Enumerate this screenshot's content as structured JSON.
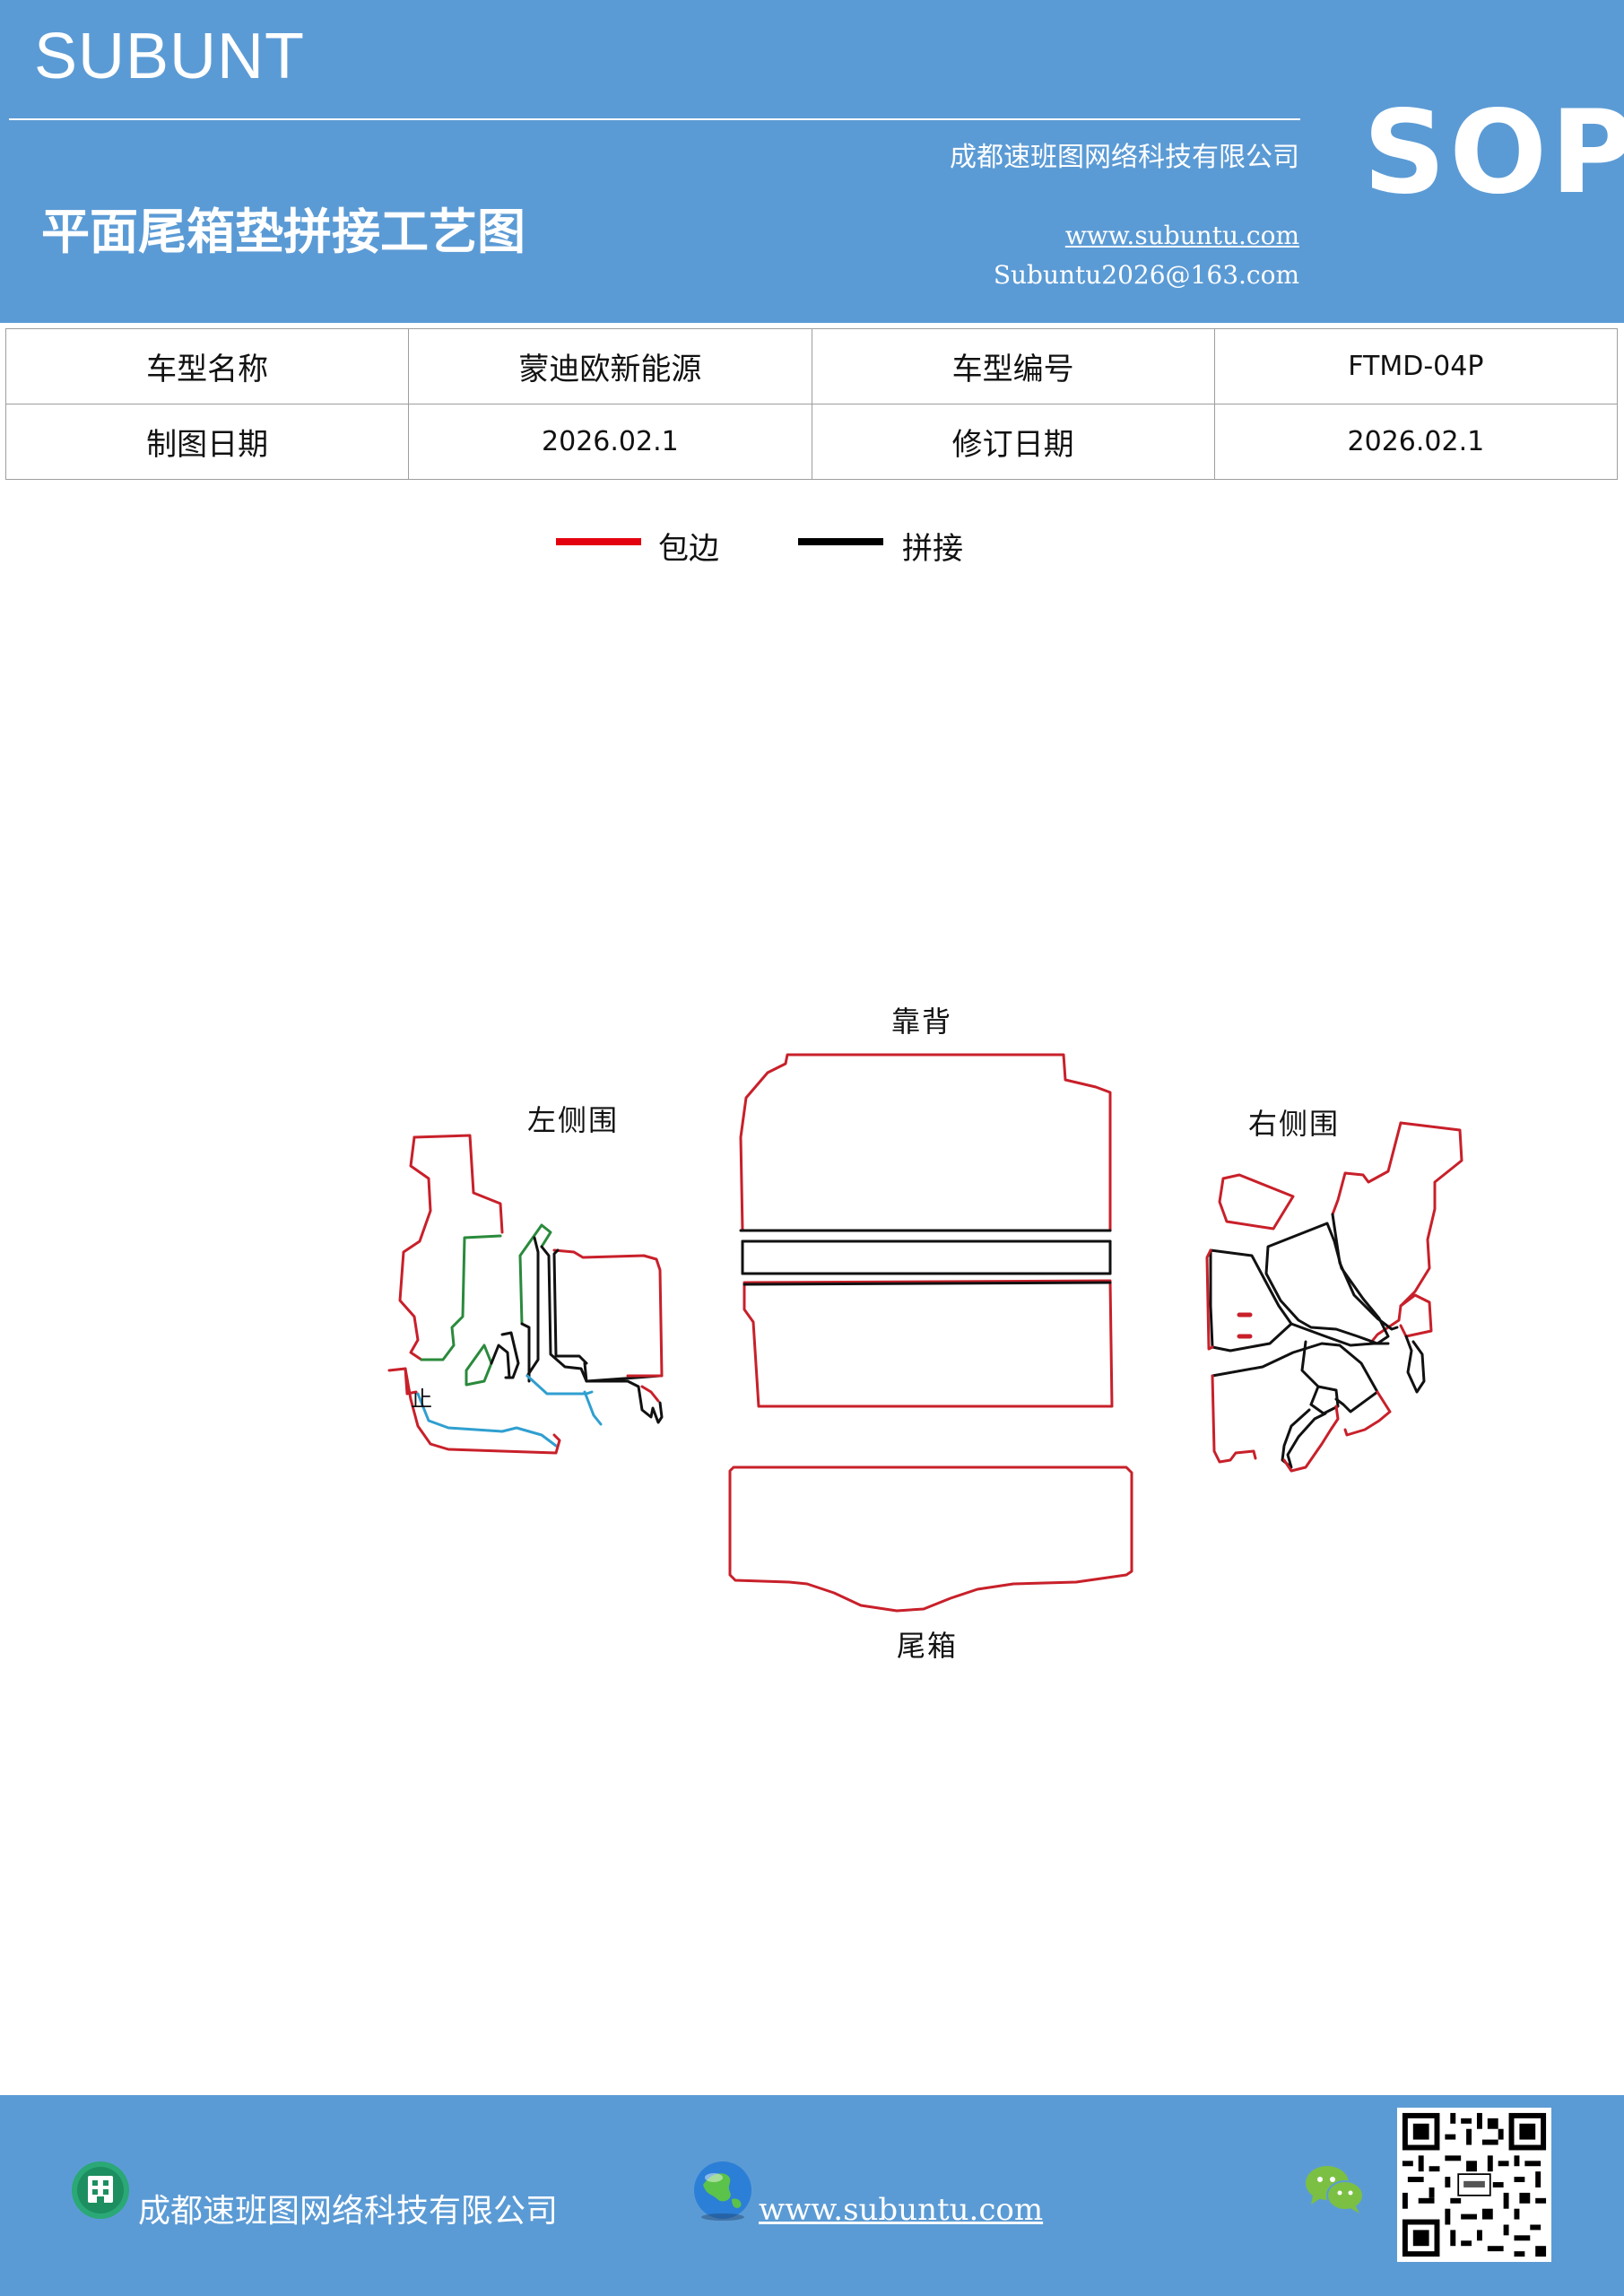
{
  "header": {
    "brand": "SUBUNT",
    "company": "成都速班图网络科技有限公司",
    "title": "平面尾箱垫拼接工艺图",
    "website": "www.subuntu.com",
    "email": "Subuntu2026@163.com",
    "badge": "SOP",
    "background_color": "#5b9bd5"
  },
  "info_table": {
    "rows": [
      [
        "车型名称",
        "蒙迪欧新能源",
        "车型编号",
        "FTMD-04P"
      ],
      [
        "制图日期",
        "2026.02.1",
        "修订日期",
        "2026.02.1"
      ]
    ]
  },
  "legend": {
    "items": [
      {
        "label": "包边",
        "color": "#e3000f"
      },
      {
        "label": "拼接",
        "color": "#000000"
      }
    ]
  },
  "diagram": {
    "parts": {
      "backrest": "靠背",
      "left_side": "左侧围",
      "right_side": "右侧围",
      "trunk": "尾箱"
    },
    "small_mark": "止",
    "line_colors": {
      "edge": "#c8202a",
      "splice": "#111111",
      "green": "#2a8a3c",
      "blue": "#2f9fd0"
    }
  },
  "footer": {
    "company": "成都速班图网络科技有限公司",
    "website": "www.subuntu.com",
    "icons": [
      "building-icon",
      "globe-icon",
      "wechat-icon",
      "qr-code"
    ]
  }
}
